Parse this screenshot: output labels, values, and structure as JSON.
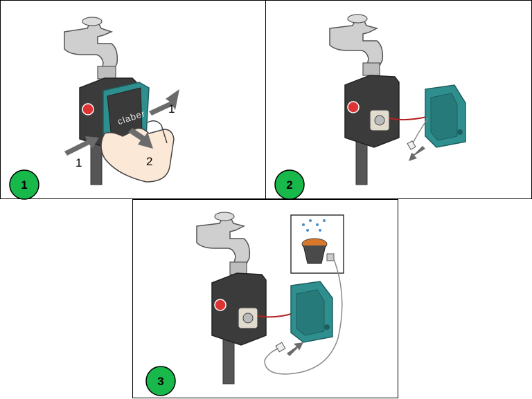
{
  "steps": [
    {
      "badge": "1",
      "labels": [
        "1",
        "1",
        "2"
      ],
      "brand": "claber"
    },
    {
      "badge": "2"
    },
    {
      "badge": "3"
    }
  ],
  "colors": {
    "badge_fill": "#19b84a",
    "device_teal": "#2f8f8f",
    "device_body": "#3b3b3b",
    "tap_gray": "#c9c9c9",
    "arrow_gray": "#6b6b6b",
    "wire_red": "#b22222"
  },
  "icons": [
    "tap-icon",
    "hand-icon",
    "arrow-icon",
    "sensor-icon",
    "water-drops-icon"
  ]
}
